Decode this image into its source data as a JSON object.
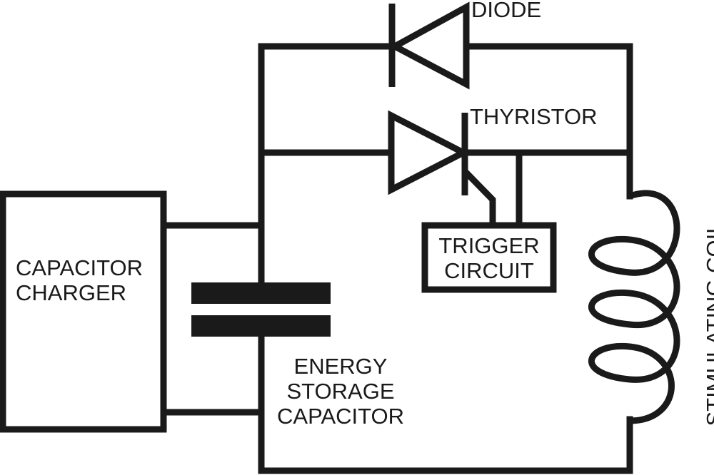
{
  "labels": {
    "charger_line1": "CAPACITOR",
    "charger_line2": "CHARGER",
    "diode": "DIODE",
    "thyristor": "THYRISTOR",
    "trigger_line1": "TRIGGER",
    "trigger_line2": "CIRCUIT",
    "capacitor_line1": "ENERGY",
    "capacitor_line2": "STORAGE",
    "capacitor_line3": "CAPACITOR",
    "coil": "STIMULATING COIL"
  },
  "colors": {
    "ink": "#1a1a1a",
    "background": "#ffffff"
  }
}
